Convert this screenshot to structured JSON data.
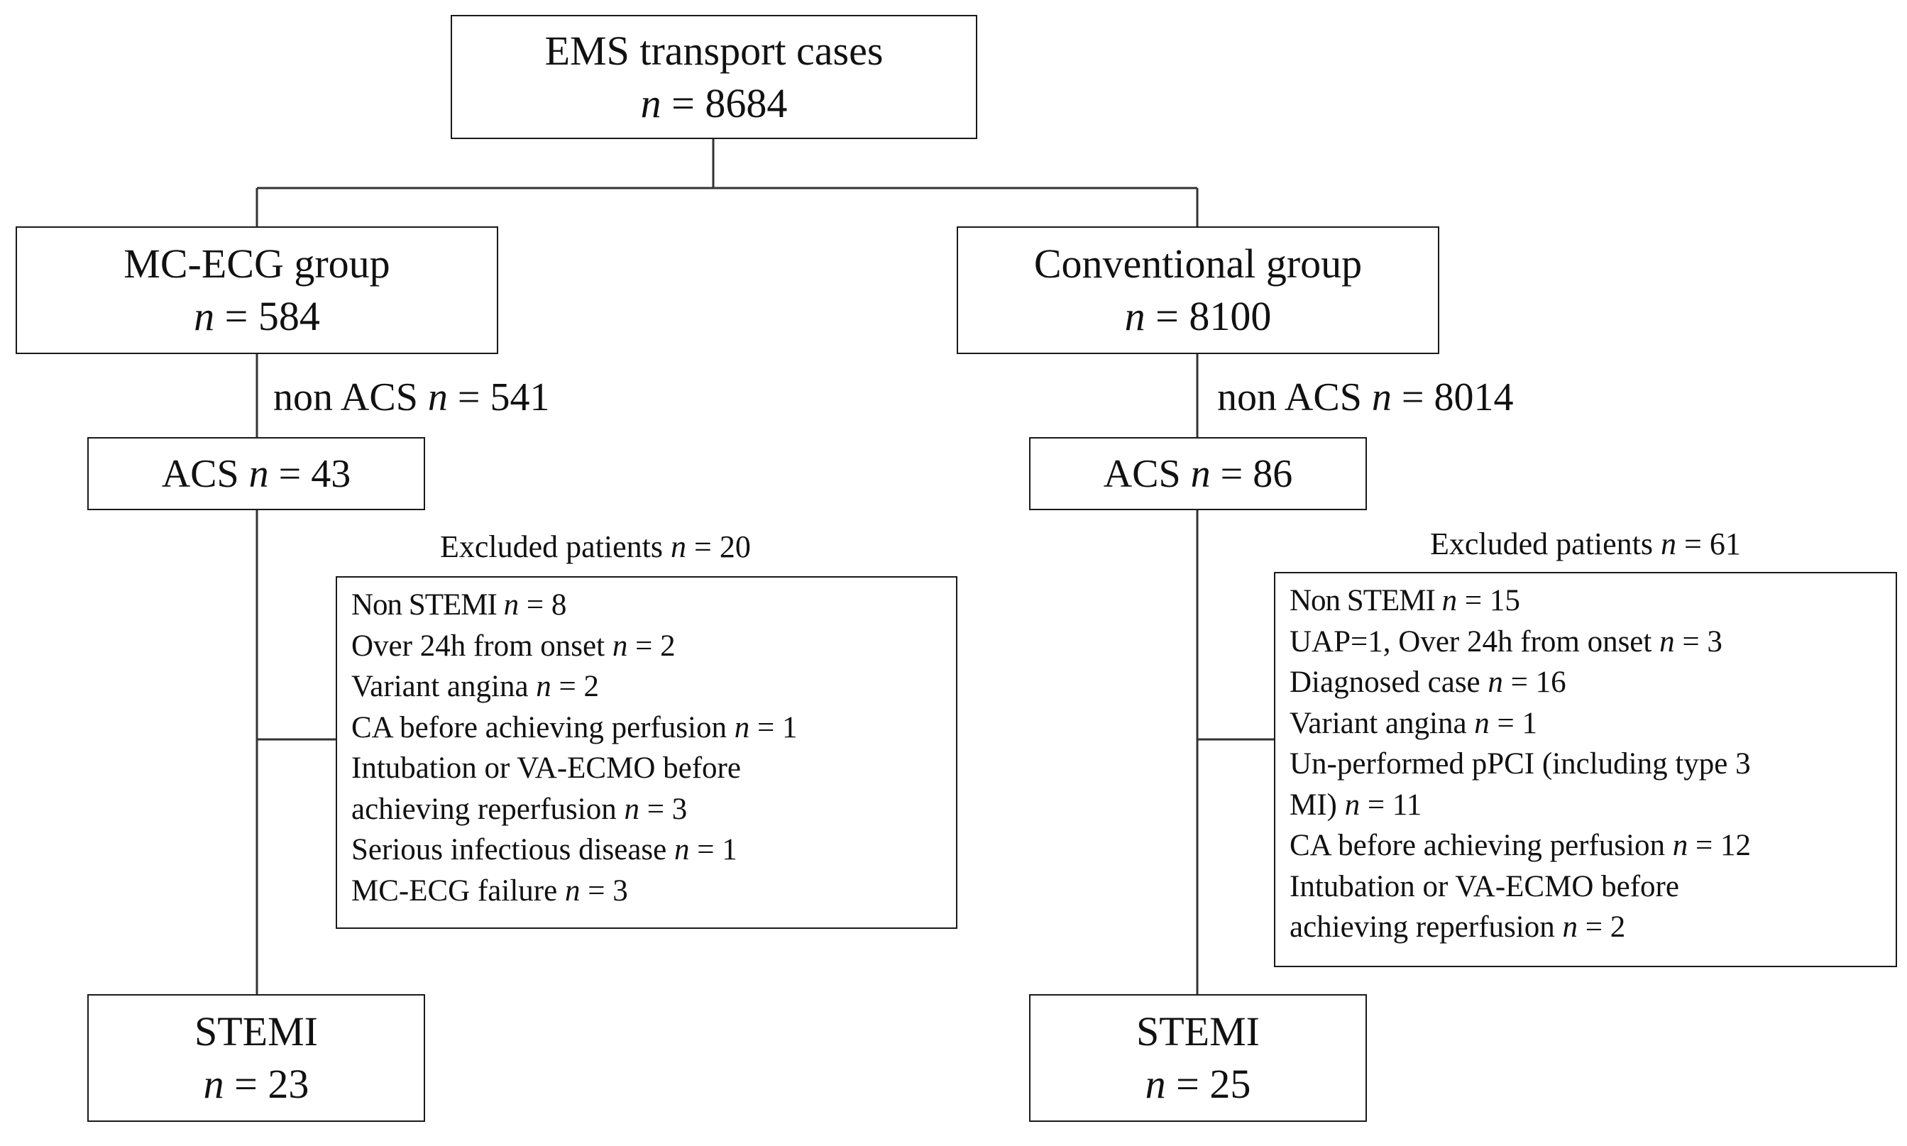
{
  "top": {
    "title": "EMS transport cases",
    "n_symbol": "n",
    "count": "= 8684"
  },
  "left": {
    "group": {
      "title": "MC-ECG group",
      "n_symbol": "n",
      "count": "= 584"
    },
    "non_acs": {
      "label": "non ACS",
      "n_symbol": "n",
      "count": "= 541"
    },
    "acs": {
      "label": "ACS",
      "n_symbol": "n",
      "count": "= 43"
    },
    "excluded": {
      "title": "Excluded patients",
      "n_symbol": "n",
      "count": "= 20",
      "items": [
        {
          "pre": "Non STEMI ",
          "n": "n",
          "post": " = 8"
        },
        {
          "pre": "Over 24h from onset ",
          "n": "n",
          "post": " = 2"
        },
        {
          "pre": "Variant angina ",
          "n": "n",
          "post": " = 2"
        },
        {
          "pre": "CA before achieving perfusion ",
          "n": "n",
          "post": " = 1"
        },
        {
          "pre": "Intubation or VA-ECMO before",
          "n": "",
          "post": ""
        },
        {
          "pre": "achieving reperfusion ",
          "n": "n",
          "post": " = 3"
        },
        {
          "pre": "Serious infectious disease ",
          "n": "n",
          "post": " = 1"
        },
        {
          "pre": "MC-ECG failure ",
          "n": "n",
          "post": " = 3"
        }
      ]
    },
    "stemi": {
      "title": "STEMI",
      "n_symbol": "n",
      "count": "= 23"
    }
  },
  "right": {
    "group": {
      "title": "Conventional group",
      "n_symbol": "n",
      "count": "= 8100"
    },
    "non_acs": {
      "label": "non ACS",
      "n_symbol": "n",
      "count": "= 8014"
    },
    "acs": {
      "label": "ACS",
      "n_symbol": "n",
      "count": "= 86"
    },
    "excluded": {
      "title": "Excluded patients",
      "n_symbol": "n",
      "count": "= 61",
      "items": [
        {
          "pre": "Non STEMI ",
          "n": "n",
          "post": " = 15"
        },
        {
          "pre": "UAP=1, Over 24h from onset ",
          "n": "n",
          "post": " = 3"
        },
        {
          "pre": "Diagnosed case ",
          "n": "n",
          "post": " = 16"
        },
        {
          "pre": "Variant angina ",
          "n": "n",
          "post": " = 1"
        },
        {
          "pre": "Un-performed pPCI (including type 3",
          "n": "",
          "post": ""
        },
        {
          "pre": "MI) ",
          "n": "n",
          "post": " = 11"
        },
        {
          "pre": "CA before achieving perfusion ",
          "n": "n",
          "post": " = 12"
        },
        {
          "pre": "Intubation or VA-ECMO before",
          "n": "",
          "post": ""
        },
        {
          "pre": "achieving reperfusion ",
          "n": "n",
          "post": " = 2"
        }
      ]
    },
    "stemi": {
      "title": "STEMI",
      "n_symbol": "n",
      "count": "= 25"
    }
  }
}
